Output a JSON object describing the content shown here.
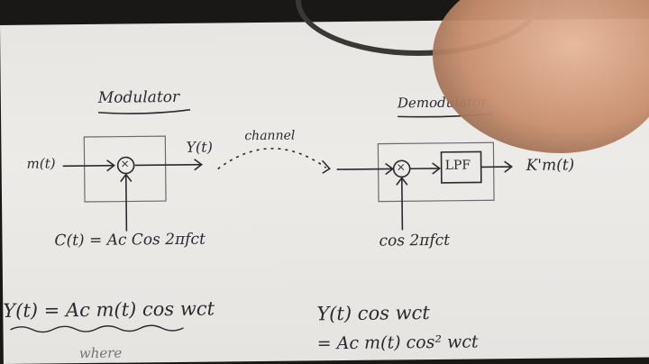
{
  "titles": {
    "modulator": "Modulator",
    "demodulator": "Demodulator"
  },
  "modulator": {
    "input": "m(t)",
    "output": "Y(t)",
    "mixer": "×",
    "carrier": "C(t) = Ac Cos 2πfct"
  },
  "channel": "channel",
  "demodulator": {
    "mixer": "×",
    "filter": "LPF",
    "output": "K'm(t)",
    "carrier": "cos 2πfct"
  },
  "equations": {
    "eq1": "Y(t) = Ac m(t) cos wct",
    "eq2": "Y(t) cos wct",
    "eq3": "= Ac m(t) cos² wct",
    "partial": "where"
  },
  "colors": {
    "ink": "#2a2a30",
    "paper": "#e8e6e3"
  }
}
